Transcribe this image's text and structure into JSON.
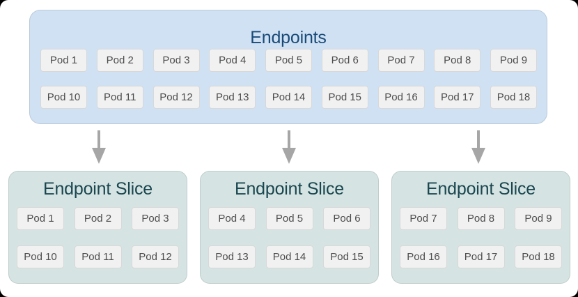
{
  "diagram": {
    "endpoints": {
      "title": "Endpoints",
      "pods_row1": [
        "Pod 1",
        "Pod 2",
        "Pod 3",
        "Pod 4",
        "Pod 5",
        "Pod 6",
        "Pod 7",
        "Pod 8",
        "Pod 9"
      ],
      "pods_row2": [
        "Pod 10",
        "Pod 11",
        "Pod 12",
        "Pod 13",
        "Pod 14",
        "Pod 15",
        "Pod 16",
        "Pod 17",
        "Pod 18"
      ]
    },
    "slices": [
      {
        "title": "Endpoint Slice",
        "pods_row1": [
          "Pod 1",
          "Pod 2",
          "Pod 3"
        ],
        "pods_row2": [
          "Pod 10",
          "Pod 11",
          "Pod 12"
        ]
      },
      {
        "title": "Endpoint Slice",
        "pods_row1": [
          "Pod 4",
          "Pod 5",
          "Pod 6"
        ],
        "pods_row2": [
          "Pod 13",
          "Pod 14",
          "Pod 15"
        ]
      },
      {
        "title": "Endpoint Slice",
        "pods_row1": [
          "Pod 7",
          "Pod 8",
          "Pod 9"
        ],
        "pods_row2": [
          "Pod 16",
          "Pod 17",
          "Pod 18"
        ]
      }
    ]
  },
  "colors": {
    "background": "#ffffff",
    "endpoints_fill": "#cfe1f3",
    "endpoints_title": "#1a4a78",
    "slice_fill": "#d5e4e2",
    "slice_title": "#1a4650",
    "pod_fill": "#f1f1f1",
    "pod_border": "#d8d8d8",
    "pod_text": "#4d4d4d",
    "arrow": "#a6a6a6"
  }
}
